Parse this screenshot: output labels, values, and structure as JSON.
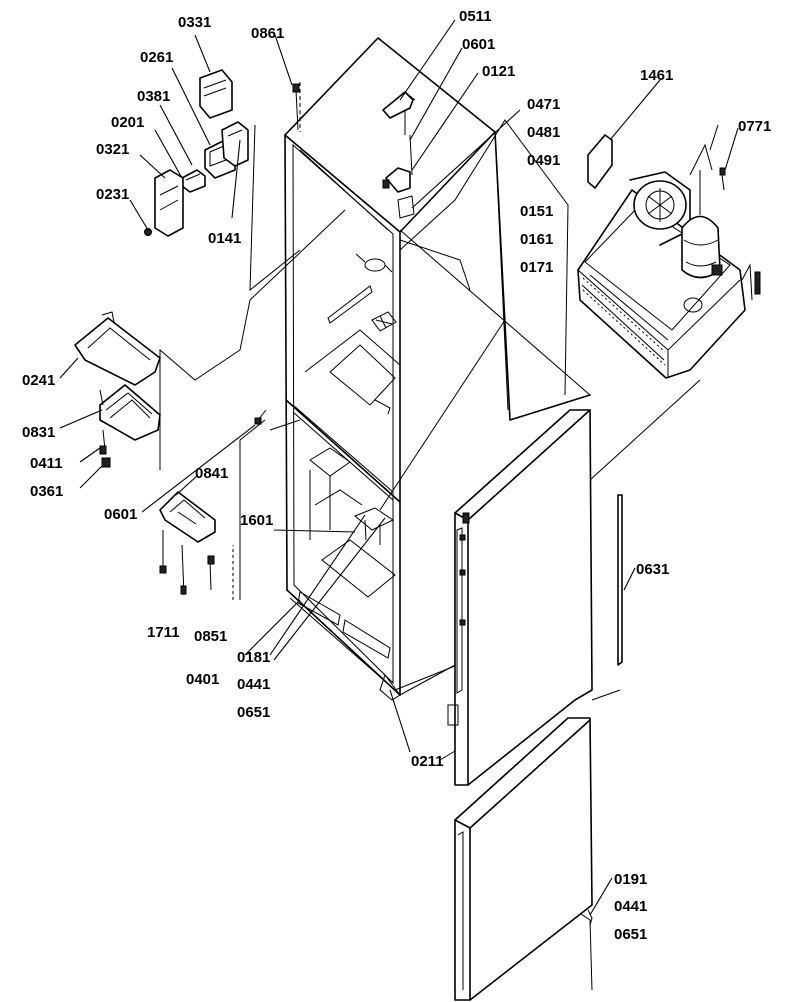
{
  "labels": {
    "l0331": "0331",
    "l0261": "0261",
    "l0381": "0381",
    "l0201": "0201",
    "l0321": "0321",
    "l0231": "0231",
    "l0141": "0141",
    "l0861": "0861",
    "l0511": "0511",
    "l0601a": "0601",
    "l0121": "0121",
    "l0471": "0471",
    "l0481": "0481",
    "l0491": "0491",
    "l1461": "1461",
    "l0771": "0771",
    "l0151": "0151",
    "l0161": "0161",
    "l0171": "0171",
    "l0241": "0241",
    "l0831": "0831",
    "l0411": "0411",
    "l0361": "0361",
    "l0601b": "0601",
    "l0841": "0841",
    "l1601": "1601",
    "l1711": "1711",
    "l0851": "0851",
    "l0401": "0401",
    "l0181": "0181",
    "l0441a": "0441",
    "l0651a": "0651",
    "l0211": "0211",
    "l0631": "0631",
    "l0191": "0191",
    "l0441b": "0441",
    "l0651b": "0651"
  }
}
